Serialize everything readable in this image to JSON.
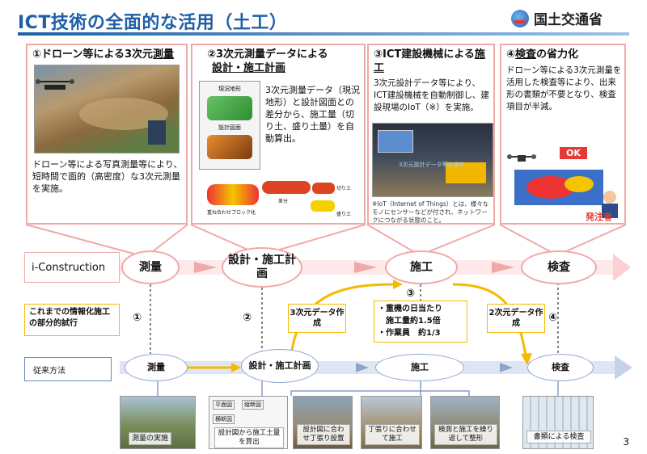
{
  "header": {
    "title": "ICT技術の全面的な活用（土工）",
    "ministry": "国土交通省"
  },
  "panels": [
    {
      "number_title": "①ドローン等による3次元",
      "title_underline": "測量",
      "text": "ドローン等による写真測量等により、短時間で面的（高密度）な3次元測量を実施。"
    },
    {
      "number_title": "②3次元測量データによる",
      "title_line2": "設計・施工計画",
      "text": "3次元測量データ（現況地形）と設計図面との差分から、施工量（切り土、盛り土量）を自動算出。",
      "img_labels": [
        "現況地形",
        "設計図面",
        "重ね合わせブロック化",
        "差分",
        "切り土",
        "盛り土"
      ]
    },
    {
      "number_title": "③ICT建設機械による",
      "title_underline": "施工",
      "text": "3次元設計データ等により、ICT建設機械を自動制御し、建設現場のIoT（※）を実施。",
      "img_label": "3次元設計データ等を通信",
      "note": "※IoT（Internet of Things）とは、様々なモノにセンサーなどが付され、ネットワークにつながる状態のこと。"
    },
    {
      "number_title": "④",
      "title_underline": "検査",
      "title_rest": "の省力化",
      "text": "ドローン等による3次元測量を活用した検査等により、出来形の書類が不要となり、検査項目が半減。",
      "ok_label": "OK",
      "client_label": "発注者"
    }
  ],
  "flow": {
    "label_iconst": "i-Construction",
    "label_partial": "これまでの情報化施工の部分的試行",
    "label_conventional": "従来方法",
    "ict_nodes": [
      "測量",
      "設計・施工計画",
      "施工",
      "検査"
    ],
    "conv_nodes": [
      "測量",
      "設計・施工計画",
      "施工",
      "検査"
    ],
    "step_nums": [
      "①",
      "②",
      "③",
      "④"
    ],
    "data_box_left": "3次元データ作成",
    "data_box_right": "2次元データ作成",
    "stats": [
      "・重機の日当たり",
      "施工量約1.5倍",
      "・作業員　約1/3"
    ]
  },
  "photos": [
    {
      "caption": "測量の実施"
    },
    {
      "caption": "設計図から施工土量を算出",
      "sub_labels": [
        "平面図",
        "縦断図",
        "横断図"
      ]
    },
    {
      "caption": "設計図に合わせ丁張り設置"
    },
    {
      "caption": "丁張りに合わせて施工"
    },
    {
      "caption": "検測と施工を繰り返して整形"
    },
    {
      "caption": "書類による検査"
    }
  ],
  "page_number": "3",
  "colors": {
    "accent_blue": "#1f5fa8",
    "pink_border": "#f0a9a9",
    "yellow": "#f5b900",
    "conv_blue": "#6f86c4"
  }
}
